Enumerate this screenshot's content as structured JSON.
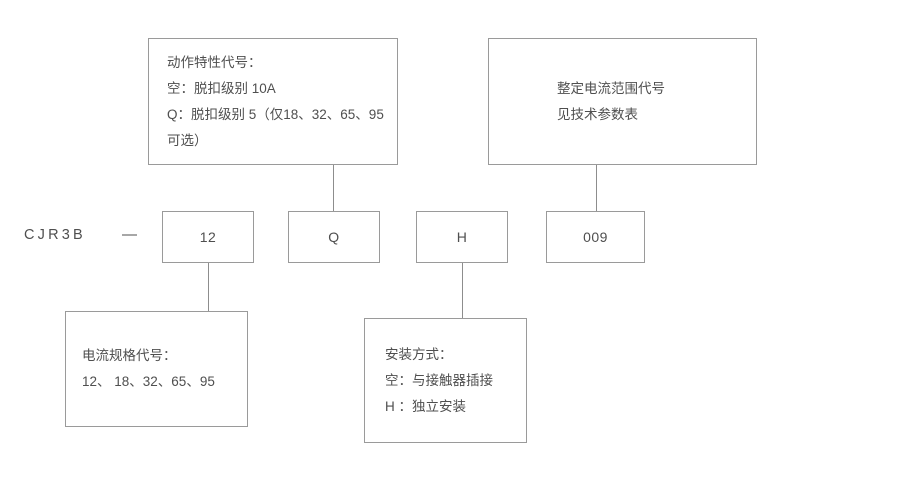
{
  "model": {
    "prefix": "CJR3B",
    "dash": "—"
  },
  "code_boxes": [
    {
      "name": "current-size-code",
      "value": "12"
    },
    {
      "name": "trip-class-code",
      "value": "Q"
    },
    {
      "name": "mounting-code",
      "value": "H"
    },
    {
      "name": "current-range-code",
      "value": "009"
    }
  ],
  "callouts": {
    "trip_class": {
      "title": "动作特性代号：",
      "lines": [
        "动作特性代号：",
        "空：脱扣级别 10A",
        "Q：脱扣级别 5（仅18、32、65、95",
        "可选）"
      ]
    },
    "current_range": {
      "lines": [
        "整定电流范围代号",
        "见技术参数表"
      ]
    },
    "current_size": {
      "lines": [
        "电流规格代号：",
        "12、 18、32、65、95"
      ]
    },
    "mounting": {
      "lines": [
        "安装方式：",
        "空：与接触器插接",
        "H ：独立安装"
      ]
    }
  },
  "colors": {
    "border": "#9a9a9a",
    "line": "#8d8d8d",
    "text": "#4f4f4f",
    "background": "#ffffff"
  }
}
